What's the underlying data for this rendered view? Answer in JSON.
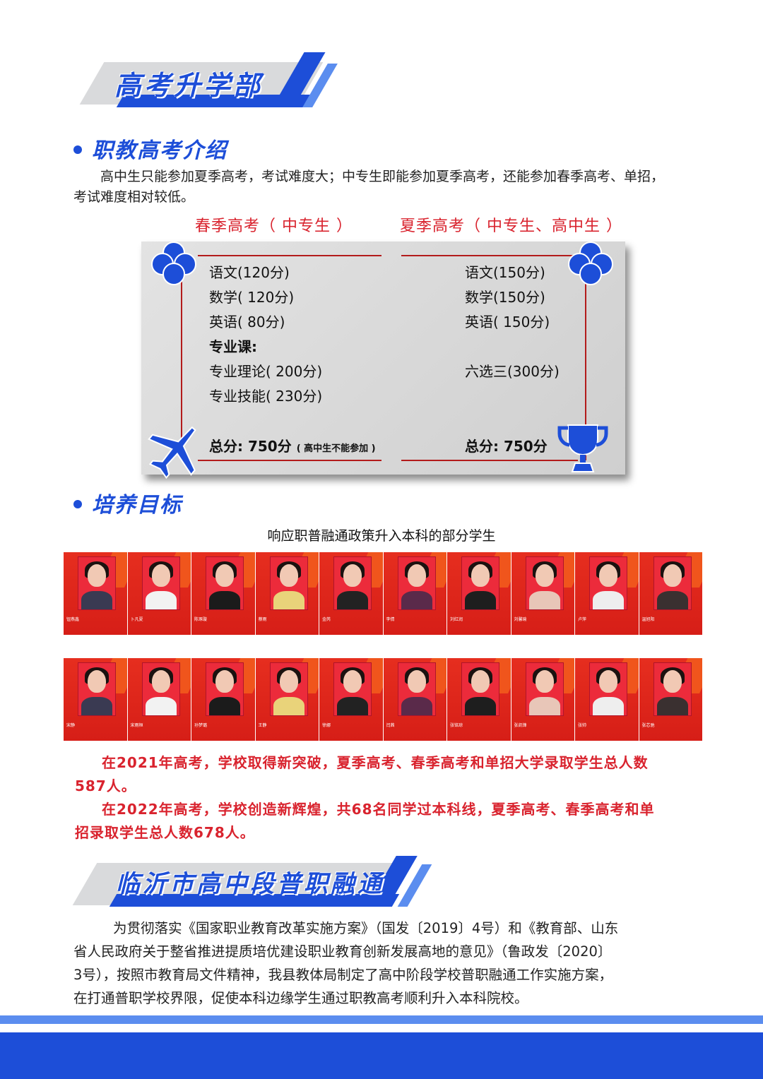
{
  "banner1": {
    "title": "高考升学部"
  },
  "section1": {
    "heading": "职教高考介绍",
    "intro_line1": "高中生只能参加夏季高考，考试难度大；中专生即能参加夏季高考，还能参加春季高考、单招，",
    "intro_line2": "考试难度相对较低。"
  },
  "spring": {
    "title": "春季高考（ 中专生 ）",
    "items": [
      "语文(120分)",
      "数学( 120分)",
      "英语( 80分)",
      "专业课:",
      "专业理论( 200分)",
      "专业技能( 230分)"
    ],
    "total": "总分: 750分",
    "note": "( 高中生不能参加 )"
  },
  "summer": {
    "title": "夏季高考（ 中专生、高中生 ）",
    "items": [
      "语文(150分)",
      "数学(150分)",
      "英语( 150分)",
      "六选三(300分)"
    ],
    "total": "总分: 750分"
  },
  "section2": {
    "heading": "培养目标",
    "caption": "响应职普融通政策升入本科的部分学生"
  },
  "students_row1": [
    "钮燕鑫",
    "卜凡夏",
    "陈琢璇",
    "蔡雨",
    "金芮",
    "李倩",
    "刘红润",
    "刘馨瑜",
    "卢萍",
    "温旭阳"
  ],
  "students_row2": [
    "宋静",
    "宋雨桓",
    "孙梦璐",
    "王静",
    "徐娜",
    "闫茜",
    "张铭琼",
    "张凯锋",
    "张帅",
    "张芯驰"
  ],
  "results": {
    "p1_line1": "在2021年高考，学校取得新突破，夏季高考、春季高考和单招大学录取学生总人数",
    "p1_line2": "587人。",
    "p2_line1": "在2022年高考，学校创造新辉煌，共68名同学过本科线，夏季高考、春季高考和单",
    "p2_line2": "招录取学生总人数678人。"
  },
  "banner2": {
    "title": "临沂市高中段普职融通"
  },
  "policy": {
    "line1": "为贯彻落实《国家职业教育改革实施方案》（国发〔2019〕4号）和《教育部、山东",
    "line2": "省人民政府关于整省推进提质培优建设职业教育创新发展高地的意见》（鲁政发〔2020〕",
    "line3": "3号），按照市教育局文件精神，我县教体局制定了高中阶段学校普职融通工作实施方案，",
    "line4": "在打通普职学校界限，促使本科边缘学生通过职教高考顺利升入本科院校。"
  },
  "colors": {
    "brand_blue": "#1d4ed8",
    "light_blue": "#5b8def",
    "accent_red": "#d9232e"
  }
}
